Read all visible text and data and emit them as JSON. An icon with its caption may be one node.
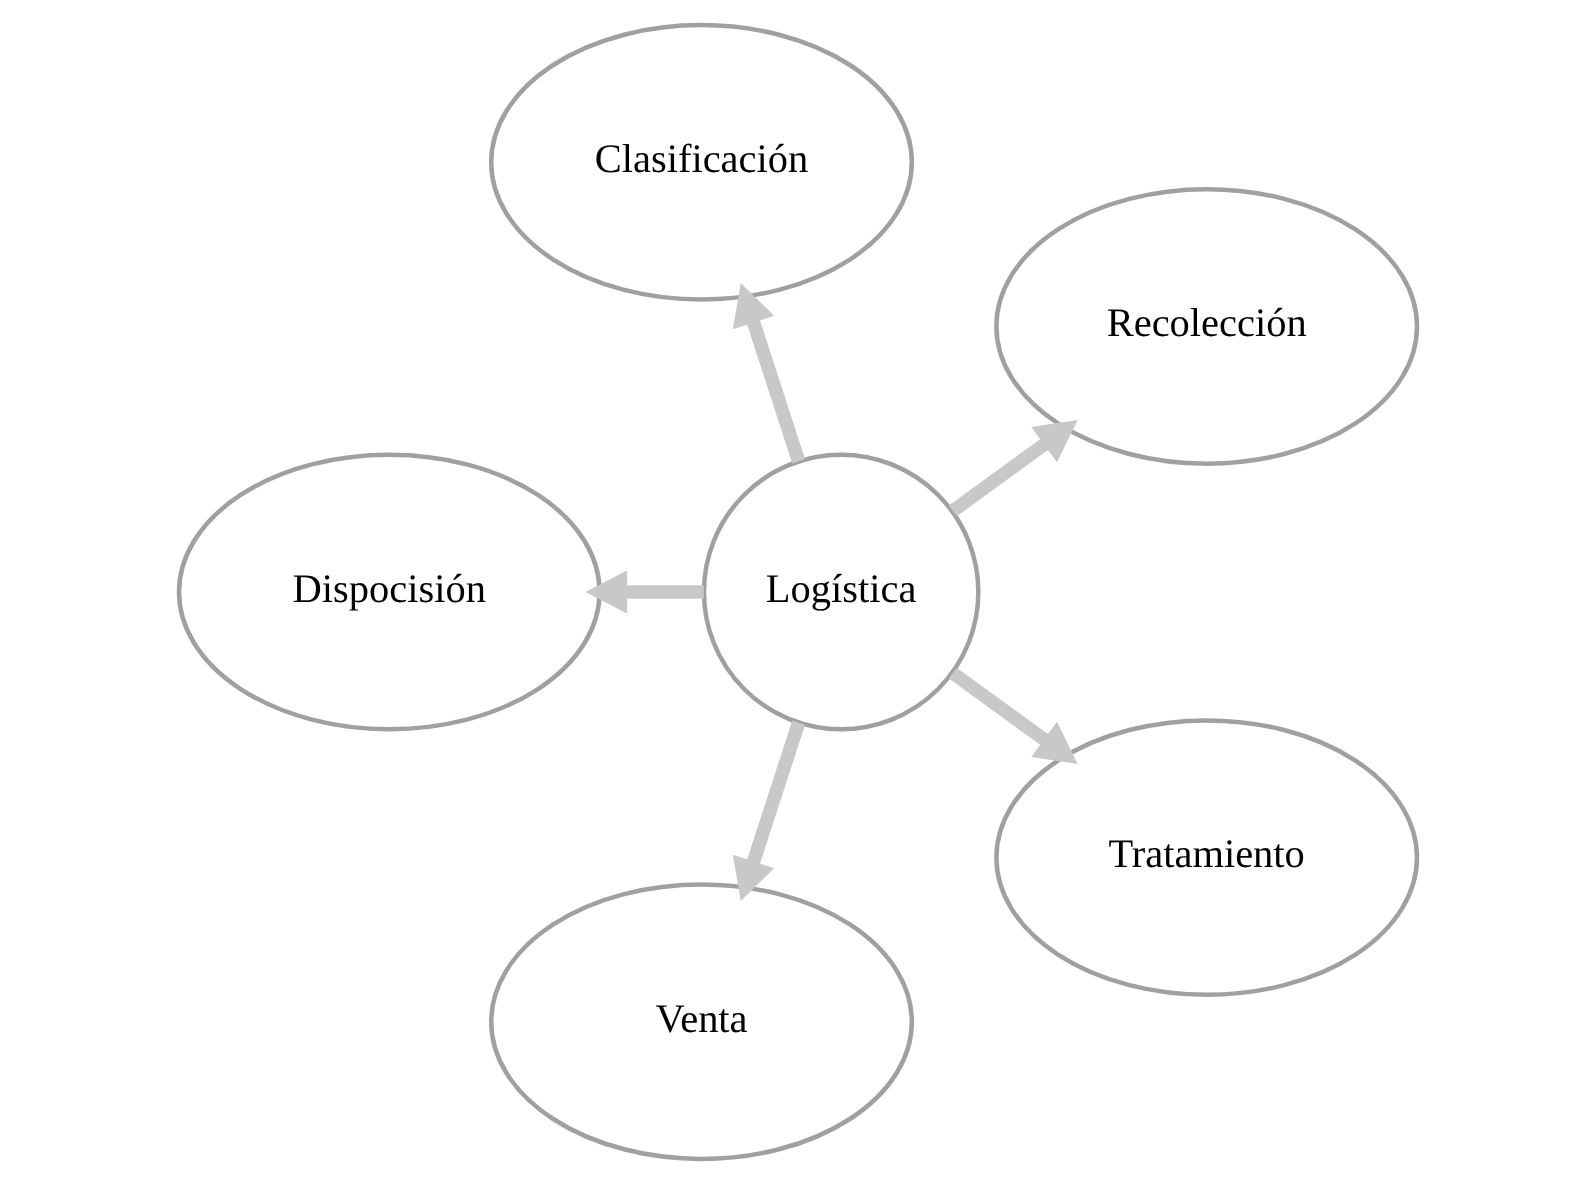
{
  "diagram": {
    "nodes": [
      {
        "text": [
          "Logística"
        ]
      },
      {
        "text": [
          "Recolección"
        ]
      },
      {
        "text": [
          "Clasificación"
        ]
      },
      {
        "text": [
          "Dispocisión"
        ]
      },
      {
        "text": [
          "Venta"
        ]
      },
      {
        "text": [
          "Tratamiento"
        ]
      }
    ],
    "edges": [
      {
        "from": 0,
        "to": 1,
        "arrow": "to"
      },
      {
        "from": 0,
        "to": 2,
        "arrow": "to"
      },
      {
        "from": 0,
        "to": 3,
        "arrow": "to"
      },
      {
        "from": 0,
        "to": 4,
        "arrow": "to"
      },
      {
        "from": 0,
        "to": 5,
        "arrow": "to"
      }
    ]
  }
}
